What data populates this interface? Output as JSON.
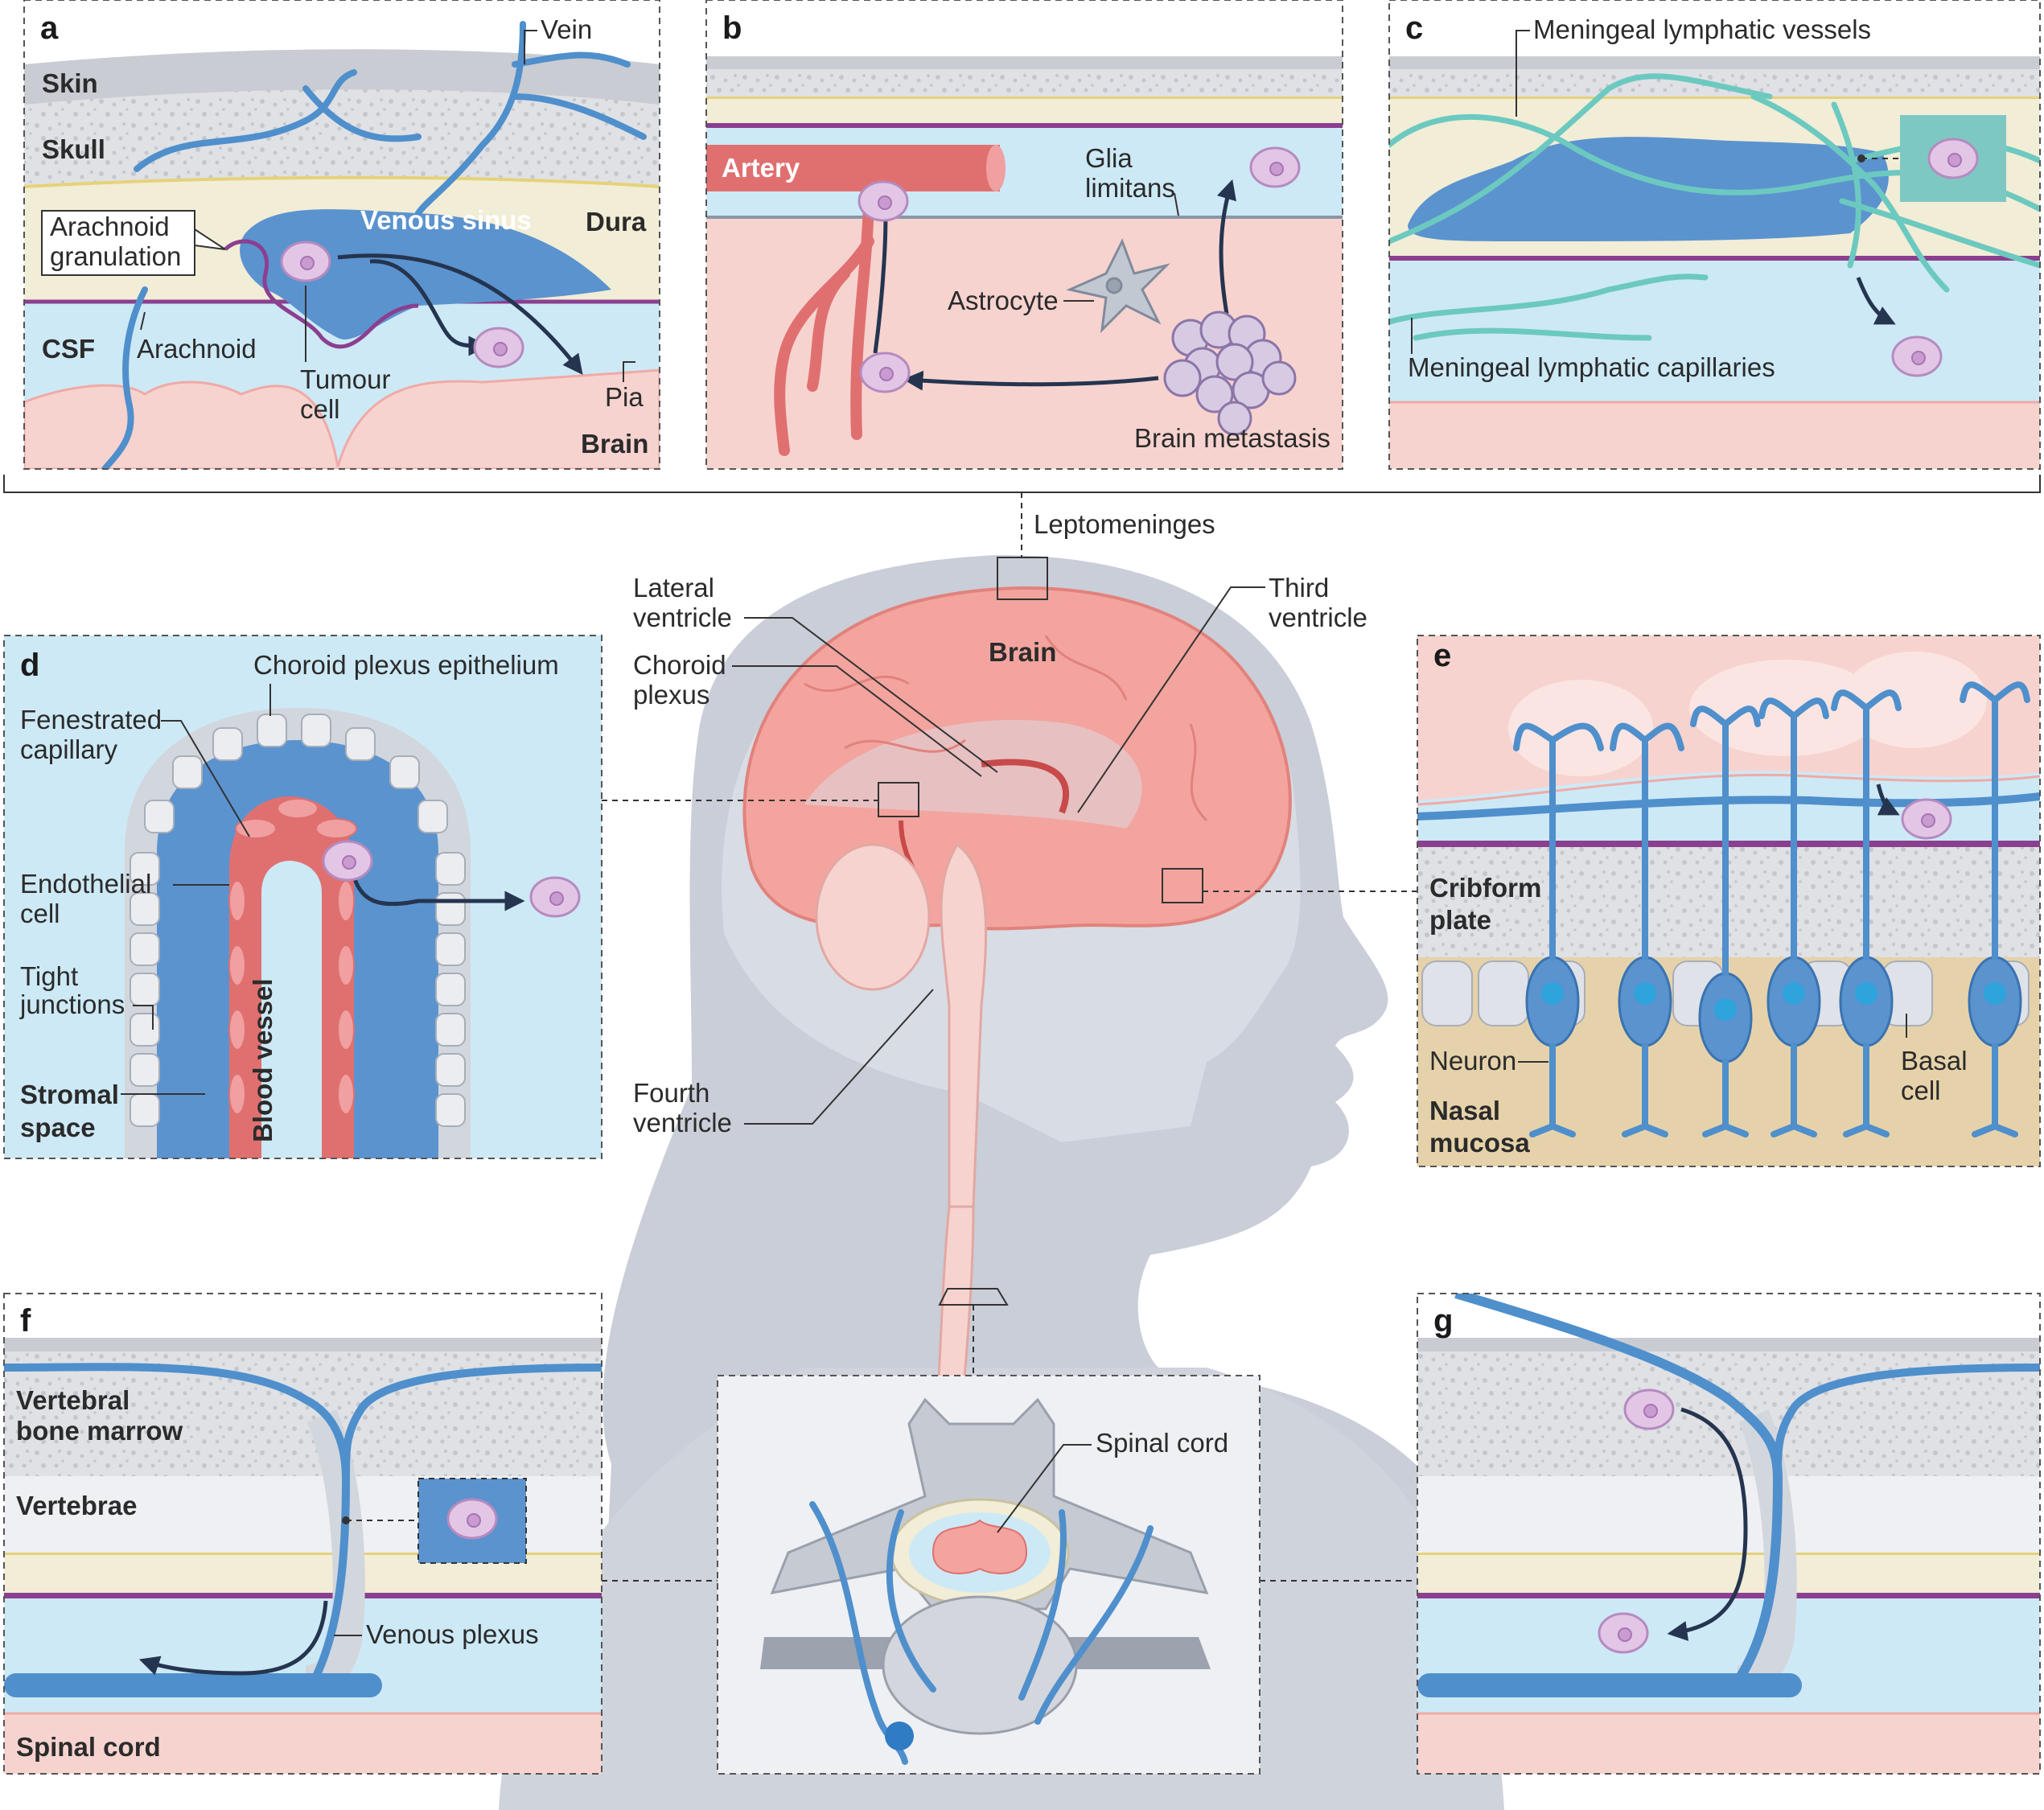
{
  "leptomeninges": "Leptomeninges",
  "panel_a": {
    "letter": "a",
    "vein": "Vein",
    "skin": "Skin",
    "skull": "Skull",
    "arachnoid_granulation_1": "Arachnoid",
    "arachnoid_granulation_2": "granulation",
    "venous_sinus": "Venous sinus",
    "dura": "Dura",
    "csf": "CSF",
    "arachnoid": "Arachnoid",
    "tumour_1": "Tumour",
    "tumour_2": "cell",
    "pia": "Pia",
    "brain": "Brain"
  },
  "panel_b": {
    "letter": "b",
    "artery": "Artery",
    "glia_1": "Glia",
    "glia_2": "limitans",
    "astrocyte": "Astrocyte",
    "metastasis": "Brain metastasis"
  },
  "panel_c": {
    "letter": "c",
    "vessels": "Meningeal lymphatic vessels",
    "capillaries": "Meningeal lymphatic capillaries"
  },
  "center": {
    "lateral_1": "Lateral",
    "lateral_2": "ventricle",
    "choroid_1": "Choroid",
    "choroid_2": "plexus",
    "brain": "Brain",
    "third_1": "Third",
    "third_2": "ventricle",
    "fourth_1": "Fourth",
    "fourth_2": "ventricle",
    "spinal_cord": "Spinal cord"
  },
  "panel_d": {
    "letter": "d",
    "epithelium": "Choroid plexus epithelium",
    "fenestrated_1": "Fenestrated",
    "fenestrated_2": "capillary",
    "endothelial_1": "Endothelial",
    "endothelial_2": "cell",
    "tight_1": "Tight",
    "tight_2": "junctions",
    "stromal_1": "Stromal",
    "stromal_2": "space",
    "blood_vessel": "Blood vessel"
  },
  "panel_e": {
    "letter": "e",
    "cribform_1": "Cribform",
    "cribform_2": "plate",
    "neuron": "Neuron",
    "basal_1": "Basal",
    "basal_2": "cell",
    "nasal_1": "Nasal",
    "nasal_2": "mucosa"
  },
  "panel_f": {
    "letter": "f",
    "marrow_1": "Vertebral",
    "marrow_2": "bone marrow",
    "vertebrae": "Vertebrae",
    "venous_plexus": "Venous plexus",
    "spinal_cord": "Spinal cord"
  },
  "panel_g": {
    "letter": "g"
  },
  "colors": {
    "csf_blue": "#cde9f6",
    "brain_pink": "#f7d3cf",
    "vessel_blue": "#4f8fcc",
    "artery_red": "#e07070",
    "tumour_purple": "#e3c6e6",
    "lymph_teal": "#6cc9c0",
    "dura_cream": "#f2edd6",
    "bone_grey": "#d9dbe0",
    "skin_grey": "#c8ccd3"
  }
}
